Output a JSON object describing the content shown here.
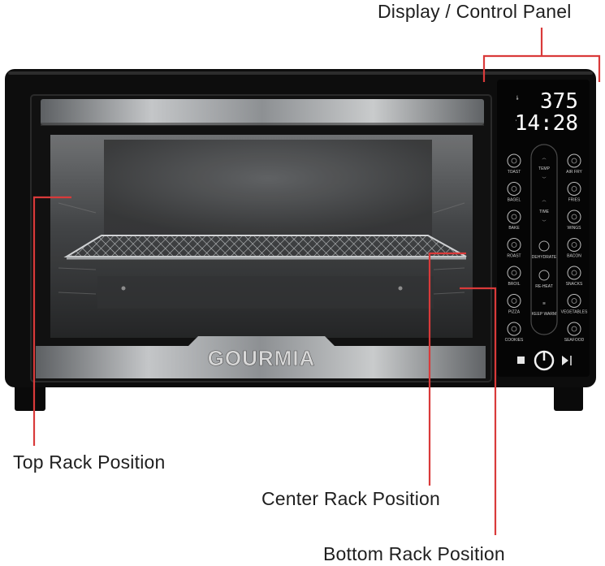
{
  "callouts": {
    "display_panel": "Display / Control Panel",
    "top_rack": "Top Rack Position",
    "center_rack": "Center Rack Position",
    "bottom_rack": "Bottom Rack Position"
  },
  "brand": "GOURMIA",
  "display": {
    "temperature": "375",
    "time": "14:28"
  },
  "panel": {
    "left_column": [
      "TOAST",
      "BAGEL",
      "BAKE",
      "ROAST",
      "BROIL",
      "PIZZA",
      "COOKIES"
    ],
    "center_column": [
      "TEMP",
      "TIME",
      "DEHYDRATE",
      "RE-HEAT",
      "KEEP WARM"
    ],
    "right_column": [
      "AIR FRY",
      "FRIES",
      "WINGS",
      "BACON",
      "SNACKS",
      "VEGETABLES",
      "SEAFOOD"
    ]
  },
  "colors": {
    "callout_line": "#d93a3a",
    "oven_body": "#0d0d0d",
    "steel": "#a9acae"
  }
}
